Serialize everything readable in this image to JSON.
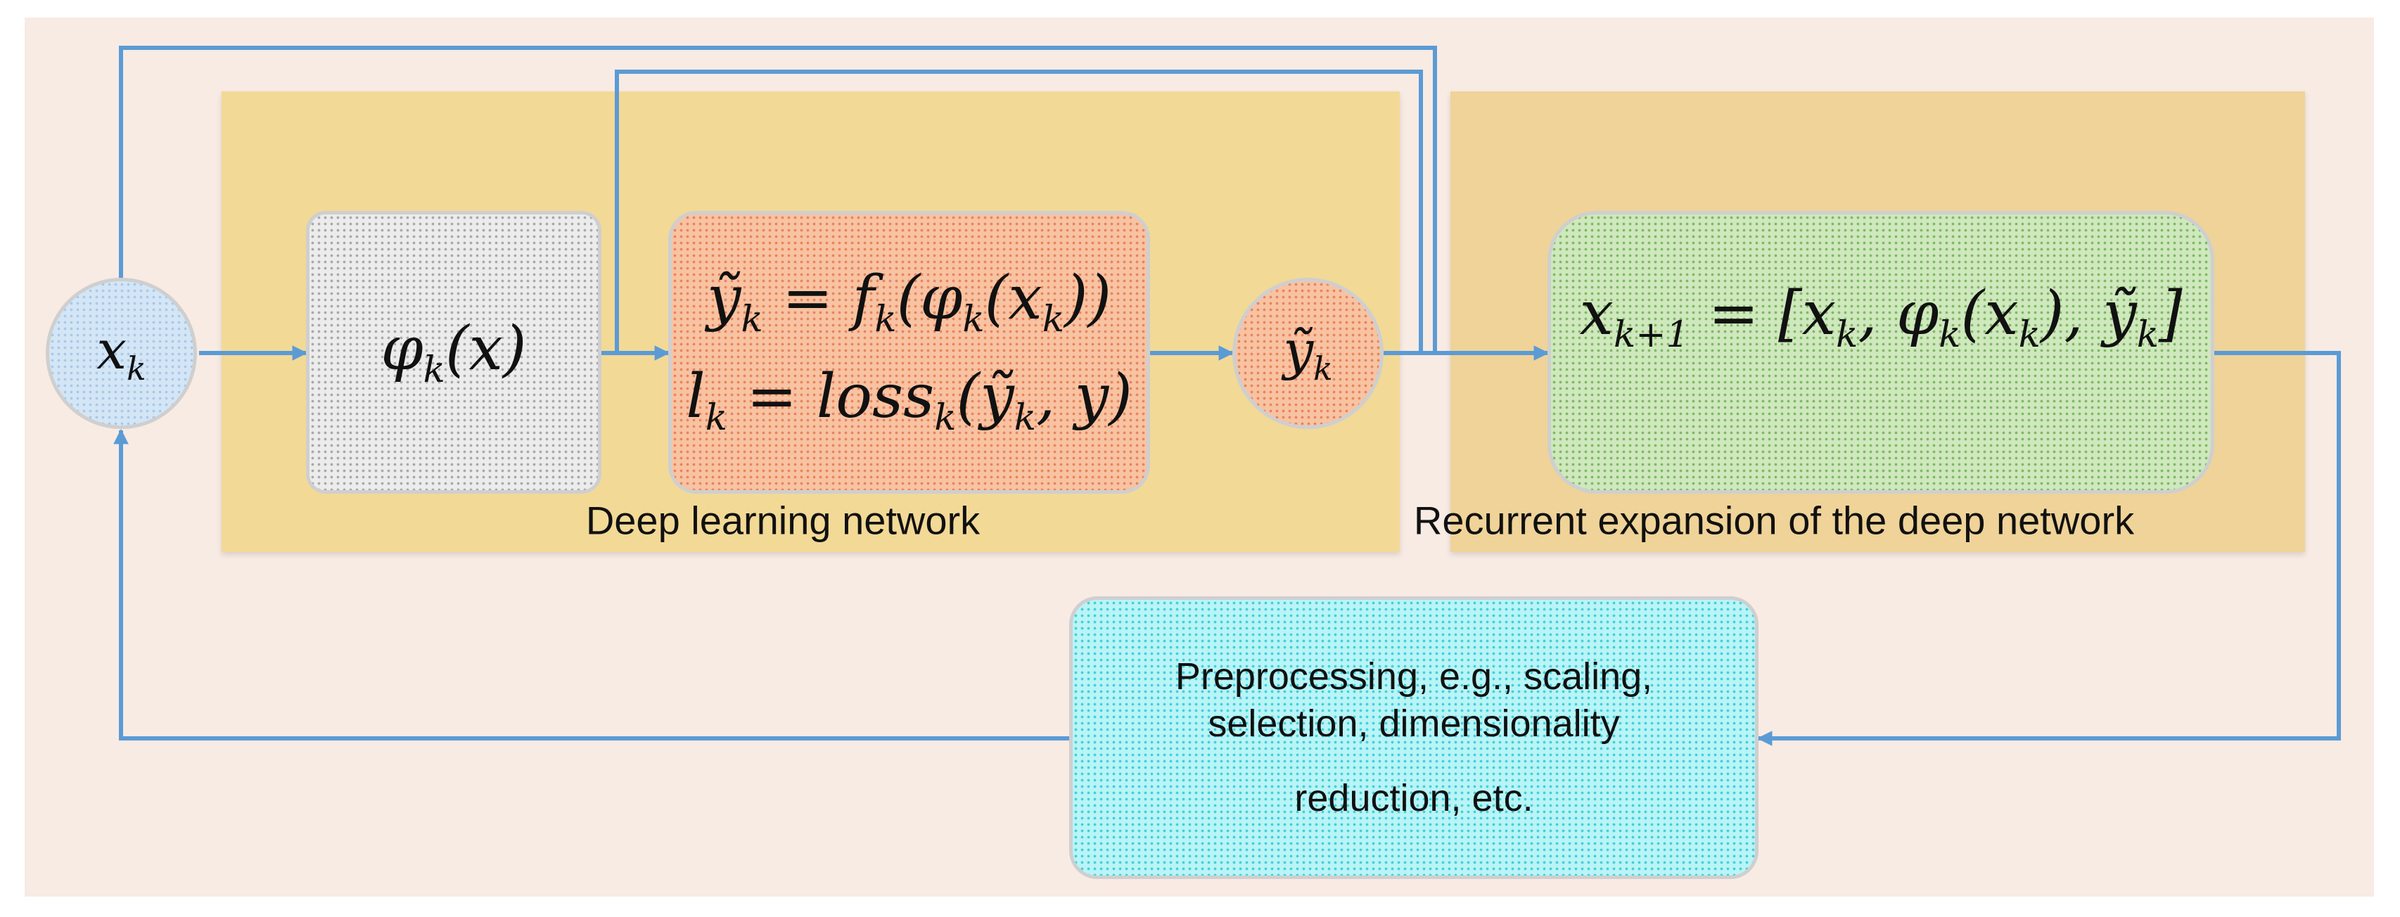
{
  "diagram": {
    "regions": {
      "background": {
        "fill": "#f8ebe4"
      },
      "deep_learning": {
        "label": "Deep learning network",
        "fill": "#f2d996"
      },
      "recurrent_expansion": {
        "label": "Recurrent expansion of the deep network",
        "fill": "#efd398"
      }
    },
    "nodes": {
      "input": {
        "text": "x_k",
        "fill": "#d4e6f5",
        "dots": "#a8c8ea"
      },
      "feature_map": {
        "text": "φ_k(x)",
        "fill": "#ececec",
        "dots": "#a8a8a8"
      },
      "prediction_loss": {
        "line1": "ỹ_k = f_k(φ_k(x_k))",
        "line2": "l_k = loss_k(ỹ_k, y)",
        "fill": "#f8c3a2",
        "dots": "#e8845a"
      },
      "output": {
        "text": "ỹ_k",
        "fill": "#f8c3a2",
        "dots": "#e8845a"
      },
      "expansion": {
        "text": "x_{k+1} = [x_k, φ_k(x_k), ỹ_k]",
        "fill": "#cfe8bd",
        "dots": "#7fb866"
      },
      "preprocessing": {
        "line1": "Preprocessing, e.g., scaling,",
        "line2": "selection, dimensionality",
        "line3": "reduction, etc.",
        "fill": "#b9f4f6",
        "dots": "#3fd0dc"
      }
    },
    "connector_color": "#5b9bd5"
  }
}
